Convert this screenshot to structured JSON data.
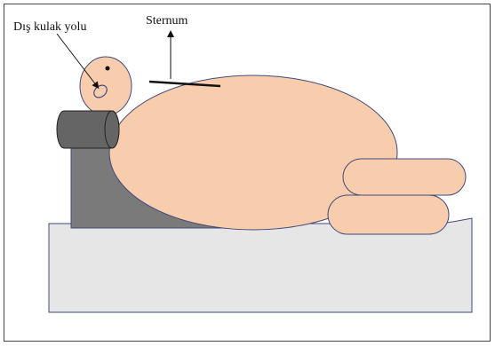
{
  "labels": {
    "ear_canal": "Dış kulak yolu",
    "sternum": "Sternum"
  },
  "colors": {
    "skin": "#f8cdae",
    "outline": "#404a7a",
    "mattress": "#e6e6e6",
    "wedge": "#7b7a7b",
    "headrest": "#666566",
    "frame": "#444444",
    "marker": "#111111"
  },
  "components": [
    "head",
    "ear",
    "torso",
    "arm-upper",
    "arm-lower",
    "headrest-roll",
    "wedge-support",
    "mattress",
    "sternum-marker"
  ]
}
